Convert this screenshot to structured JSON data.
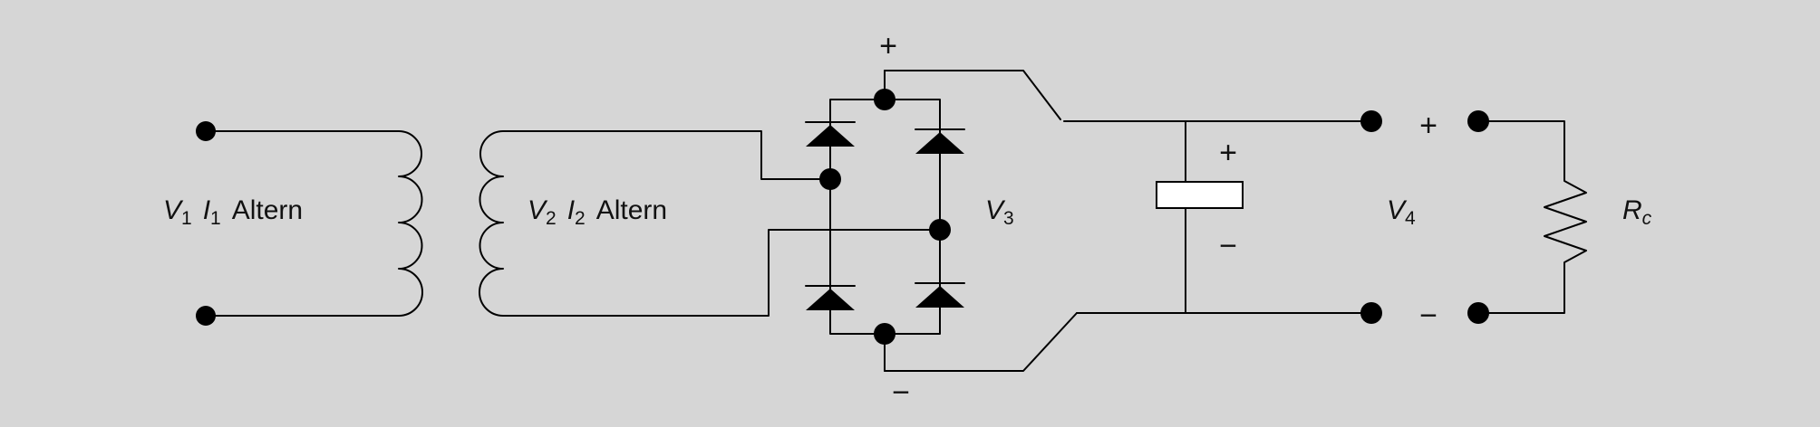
{
  "labels": {
    "primary": {
      "v": "V",
      "v_sub": "1",
      "i": "I",
      "i_sub": "1",
      "text": "Altern"
    },
    "secondary": {
      "v": "V",
      "v_sub": "2",
      "i": "I",
      "i_sub": "2",
      "text": "Altern"
    },
    "v3": {
      "v": "V",
      "v_sub": "3"
    },
    "v4": {
      "v": "V",
      "v_sub": "4"
    },
    "rc": {
      "r": "R",
      "r_sub": "c"
    }
  },
  "signs": {
    "bridge_plus": "+",
    "bridge_minus": "−",
    "cap_plus": "+",
    "cap_minus": "−",
    "out_plus": "+",
    "out_minus": "−"
  }
}
